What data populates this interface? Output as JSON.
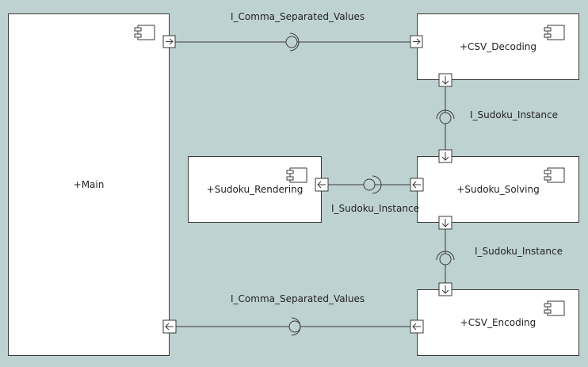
{
  "diagram": {
    "background": "#bfd2d2",
    "line_color": "#3a3a3a",
    "components": {
      "main": "+Main",
      "csv_decoding": "+CSV_Decoding",
      "sudoku_rendering": "+Sudoku_Rendering",
      "sudoku_solving": "+Sudoku_Solving",
      "csv_encoding": "+CSV_Encoding"
    },
    "interfaces": {
      "main_to_decoding": "I_Comma_Separated_Values",
      "decoding_to_solving": "I_Sudoku_Instance",
      "solving_to_rendering": "I_Sudoku_Instance",
      "solving_to_encoding": "I_Sudoku_Instance",
      "encoding_to_main": "I_Comma_Separated_Values"
    }
  }
}
